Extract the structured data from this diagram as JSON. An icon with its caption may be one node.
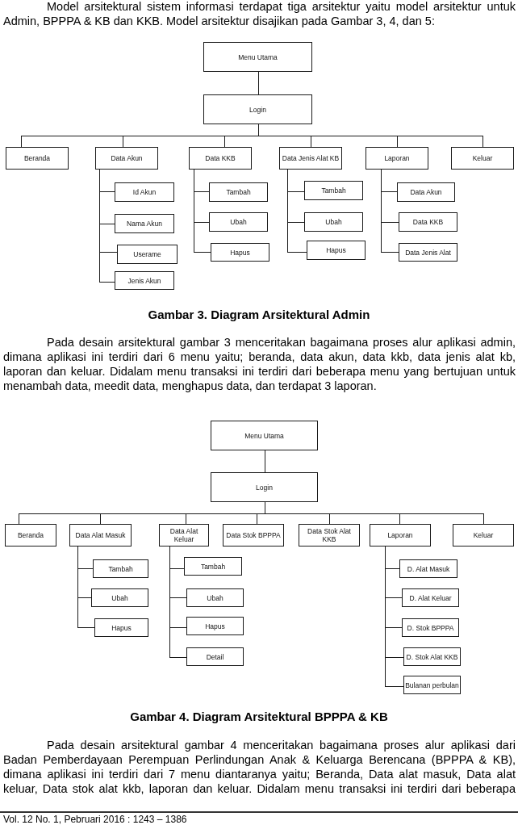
{
  "diagram": {
    "nodes": [
      {
        "text": [
          "Menu Utama"
        ]
      },
      {
        "text": [
          "Login"
        ]
      },
      {
        "text": [
          "Beranda"
        ]
      },
      {
        "text": [
          "Data Akun"
        ]
      },
      {
        "text": [
          "Data KKB"
        ]
      },
      {
        "text": [
          "Data Jenis Alat KB"
        ]
      },
      {
        "text": [
          "Laporan"
        ]
      },
      {
        "text": [
          "Keluar"
        ]
      },
      {
        "text": [
          "Id Akun"
        ]
      },
      {
        "text": [
          "Nama Akun"
        ]
      },
      {
        "text": [
          "Userame"
        ]
      },
      {
        "text": [
          "Jenis Akun"
        ]
      },
      {
        "text": [
          "Tambah"
        ]
      },
      {
        "text": [
          "Ubah"
        ]
      },
      {
        "text": [
          "Hapus"
        ]
      },
      {
        "text": [
          "Tambah"
        ]
      },
      {
        "text": [
          "Ubah"
        ]
      },
      {
        "text": [
          "Hapus"
        ]
      },
      {
        "text": [
          "Data Akun"
        ]
      },
      {
        "text": [
          "Data KKB"
        ]
      },
      {
        "text": [
          "Data Jenis Alat"
        ]
      },
      {
        "text": [
          "Menu Utama"
        ]
      },
      {
        "text": [
          "Login"
        ]
      },
      {
        "text": [
          "Beranda"
        ]
      },
      {
        "text": [
          "Data Alat Masuk"
        ]
      },
      {
        "text": [
          "Data Alat Keluar"
        ]
      },
      {
        "text": [
          "Data Stok BPPPA"
        ]
      },
      {
        "text": [
          "Data Stok Alat KKB"
        ]
      },
      {
        "text": [
          "Laporan"
        ]
      },
      {
        "text": [
          "Keluar"
        ]
      },
      {
        "text": [
          "Tambah"
        ]
      },
      {
        "text": [
          "Ubah"
        ]
      },
      {
        "text": [
          "Hapus"
        ]
      },
      {
        "text": [
          "Tambah"
        ]
      },
      {
        "text": [
          "Ubah"
        ]
      },
      {
        "text": [
          "Hapus"
        ]
      },
      {
        "text": [
          "Detail"
        ]
      },
      {
        "text": [
          "D. Alat Masuk"
        ]
      },
      {
        "text": [
          "D. Alat Keluar"
        ]
      },
      {
        "text": [
          "D. Stok BPPPA"
        ]
      },
      {
        "text": [
          "D. Stok Alat KKB"
        ]
      },
      {
        "text": [
          "Bulanan perbulan"
        ]
      }
    ],
    "edges": [
      {
        "from": 0,
        "to": 1,
        "arrow": "none"
      },
      {
        "from": 1,
        "to": 2,
        "arrow": "none"
      },
      {
        "from": 1,
        "to": 3,
        "arrow": "none"
      },
      {
        "from": 1,
        "to": 4,
        "arrow": "none"
      },
      {
        "from": 1,
        "to": 5,
        "arrow": "none"
      },
      {
        "from": 1,
        "to": 6,
        "arrow": "none"
      },
      {
        "from": 1,
        "to": 7,
        "arrow": "none"
      },
      {
        "from": 3,
        "to": 8,
        "arrow": "none"
      },
      {
        "from": 3,
        "to": 9,
        "arrow": "none"
      },
      {
        "from": 3,
        "to": 10,
        "arrow": "none"
      },
      {
        "from": 3,
        "to": 11,
        "arrow": "none"
      },
      {
        "from": 4,
        "to": 12,
        "arrow": "none"
      },
      {
        "from": 4,
        "to": 13,
        "arrow": "none"
      },
      {
        "from": 4,
        "to": 14,
        "arrow": "none"
      },
      {
        "from": 5,
        "to": 15,
        "arrow": "none"
      },
      {
        "from": 5,
        "to": 16,
        "arrow": "none"
      },
      {
        "from": 5,
        "to": 17,
        "arrow": "none"
      },
      {
        "from": 6,
        "to": 18,
        "arrow": "none"
      },
      {
        "from": 6,
        "to": 19,
        "arrow": "none"
      },
      {
        "from": 6,
        "to": 20,
        "arrow": "none"
      },
      {
        "from": 21,
        "to": 22,
        "arrow": "none"
      },
      {
        "from": 22,
        "to": 23,
        "arrow": "none"
      },
      {
        "from": 22,
        "to": 24,
        "arrow": "none"
      },
      {
        "from": 22,
        "to": 25,
        "arrow": "none"
      },
      {
        "from": 22,
        "to": 26,
        "arrow": "none"
      },
      {
        "from": 22,
        "to": 27,
        "arrow": "none"
      },
      {
        "from": 22,
        "to": 28,
        "arrow": "none"
      },
      {
        "from": 22,
        "to": 29,
        "arrow": "none"
      },
      {
        "from": 24,
        "to": 30,
        "arrow": "none"
      },
      {
        "from": 24,
        "to": 31,
        "arrow": "none"
      },
      {
        "from": 24,
        "to": 32,
        "arrow": "none"
      },
      {
        "from": 25,
        "to": 33,
        "arrow": "none"
      },
      {
        "from": 25,
        "to": 34,
        "arrow": "none"
      },
      {
        "from": 25,
        "to": 35,
        "arrow": "none"
      },
      {
        "from": 25,
        "to": 36,
        "arrow": "none"
      },
      {
        "from": 28,
        "to": 37,
        "arrow": "none"
      },
      {
        "from": 28,
        "to": 38,
        "arrow": "none"
      },
      {
        "from": 28,
        "to": 39,
        "arrow": "none"
      },
      {
        "from": 28,
        "to": 40,
        "arrow": "none"
      },
      {
        "from": 28,
        "to": 41,
        "arrow": "none"
      }
    ],
    "labels": [
      "Model arsitektural sistem informasi terdapat tiga arsitektur yaitu model arsitektur untuk Admin, BPPPA & KB dan KKB. Model arsitektur disajikan pada Gambar 3, 4, dan 5:",
      "Gambar 3. Diagram Arsitektural Admin",
      "Pada desain arsitektural gambar 3 menceritakan bagaimana proses alur aplikasi admin, dimana aplikasi ini terdiri dari 6 menu yaitu; beranda, data akun, data kkb, data jenis alat kb, laporan dan keluar. Didalam menu transaksi ini terdiri dari beberapa menu yang bertujuan untuk menambah data, meedit data, menghapus data, dan terdapat 3 laporan.",
      "Gambar 4. Diagram Arsitektural BPPPA & KB",
      "Pada desain arsitektural gambar 4 menceritakan bagaimana proses alur aplikasi dari Badan Pemberdayaan Perempuan Perlindungan Anak & Keluarga Berencana (BPPPA & KB), dimana aplikasi ini terdiri dari 7 menu diantaranya yaitu; Beranda, Data alat masuk, Data alat keluar, Data stok alat kkb, laporan dan keluar. Didalam menu transaksi ini terdiri dari beberapa",
      "Vol. 12 No. 1, Pebruari 2016 : 1243 – 1386"
    ]
  }
}
